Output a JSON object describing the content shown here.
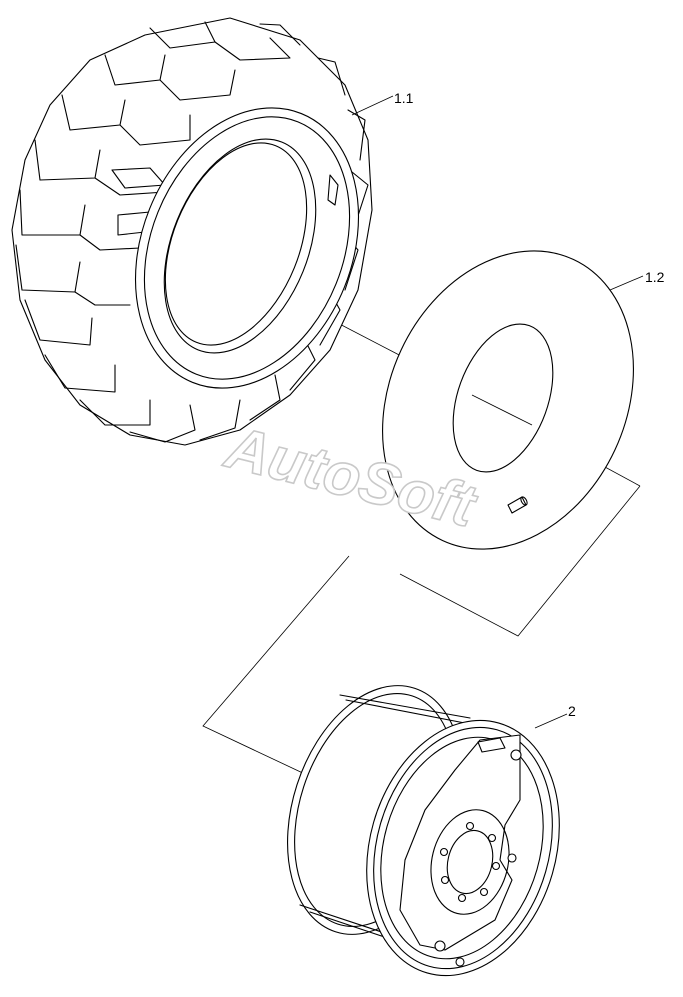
{
  "callouts": {
    "tyre": "1.1",
    "inner_tube": "1.2",
    "wheel_rim": "2"
  },
  "watermark": "AutoSoft",
  "colors": {
    "line": "#000000",
    "background": "#ffffff",
    "watermark_outline": "#c9c9c9"
  }
}
